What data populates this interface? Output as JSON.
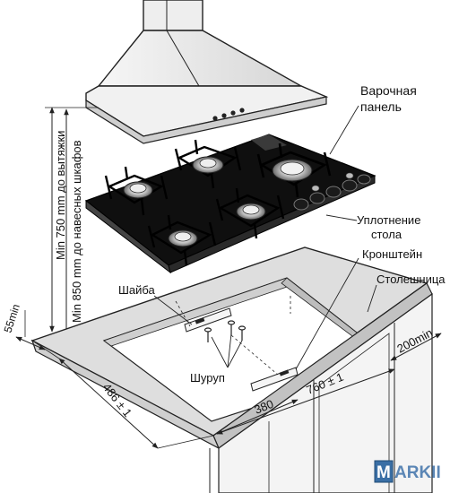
{
  "labels": {
    "panel_line1": "Варочная",
    "panel_line2": "панель",
    "seal_line1": "Уплотнение",
    "seal_line2": "стола",
    "bracket": "Кронштейн",
    "countertop": "Столешница",
    "washer": "Шайба",
    "screw": "Шуруп",
    "dim_750": "Min 750 mm до вытяжки",
    "dim_850": "Min 850 mm до навесных шкафов",
    "dim_55": "55min",
    "dim_486": "486 ± 1",
    "dim_380": "380",
    "dim_760": "760 ± 1",
    "dim_200": "200min"
  },
  "logo": {
    "letter": "M",
    "rest": "ARKII"
  },
  "colors": {
    "line": "#222222",
    "hood_fill": "#e8e8e8",
    "glass": "#0d0d0d",
    "countertop_top": "#dcdcdc",
    "countertop_front": "#c4c4c4",
    "cabinet": "#f3f3f3",
    "logo_box": "#3a6fa5"
  }
}
